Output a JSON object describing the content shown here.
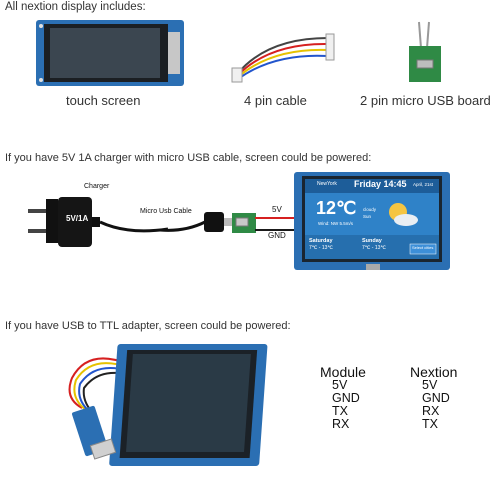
{
  "section1": {
    "heading": "All nextion display includes:",
    "items": [
      {
        "label": "touch screen"
      },
      {
        "label": "4 pin cable"
      },
      {
        "label": "2 pin micro USB board"
      }
    ]
  },
  "section2": {
    "heading": "If you have 5V 1A charger with micro USB cable, screen could be powered:",
    "charger_label": "Charger",
    "charger_rating": "5V/1A",
    "cable_label": "Micro Usb Cable",
    "pin_5v": "5V",
    "pin_gnd": "GND",
    "screen": {
      "city": "NewYork",
      "day_time": "Friday 14:45",
      "date": "April, 21st",
      "temp": "12℃",
      "wind": "Wind: NW 5.5m/s",
      "cond1": "cloudy",
      "cond2": "Sun",
      "sat_label": "Saturday",
      "sat_temp": "7℃ - 13℃",
      "sun_label": "Sunday",
      "sun_temp": "7℃ - 13℃",
      "button": "Select cities"
    }
  },
  "section3": {
    "heading": "If you have USB to TTL adapter, screen could be powered:",
    "module_title": "Module",
    "module_pins": [
      "5V",
      "GND",
      "TX",
      "RX"
    ],
    "nextion_title": "Nextion",
    "nextion_pins": [
      "5V",
      "GND",
      "RX",
      "TX"
    ]
  },
  "colors": {
    "pcb_blue": "#2b6fb3",
    "screen_dark": "#2a3a46",
    "weather_bg": "#2f82c8",
    "red_wire": "#d62020",
    "black_wire": "#1a1a1a"
  }
}
